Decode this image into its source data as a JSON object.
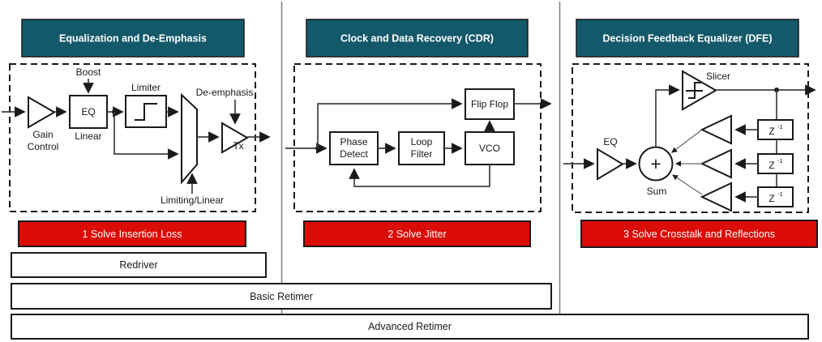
{
  "palette": {
    "header_teal": "#14596a",
    "banner_red": "#db0b06",
    "wire_gray": "#404040",
    "divider_gray": "#808080"
  },
  "sections": {
    "eq": {
      "header": "Equalization and De-Emphasis",
      "banner": "1 Solve Insertion Loss",
      "boost": "Boost",
      "limiter": "Limiter",
      "de_emphasis": "De-emphasis",
      "gain_line1": "Gain",
      "gain_line2": "Control",
      "eq_block": "EQ",
      "linear": "Linear",
      "limiting_linear": "Limiting/Linear",
      "tx": "Tx"
    },
    "cdr": {
      "header": "Clock and Data Recovery (CDR)",
      "banner": "2 Solve Jitter",
      "flip_flop": "Flip Flop",
      "phase_line1": "Phase",
      "phase_line2": "Detect",
      "loop_line1": "Loop",
      "loop_line2": "Filter",
      "vco": "VCO"
    },
    "dfe": {
      "header": "Decision Feedback Equalizer (DFE)",
      "banner": "3 Solve Crosstalk and Reflections",
      "slicer": "Slicer",
      "eq_block": "EQ",
      "sum_symbol": "+",
      "sum": "Sum",
      "z_base": "Z",
      "z_sup": "-1"
    }
  },
  "bars": {
    "redriver": "Redriver",
    "basic_retimer": "Basic Retimer",
    "advanced_retimer": "Advanced Retimer"
  }
}
